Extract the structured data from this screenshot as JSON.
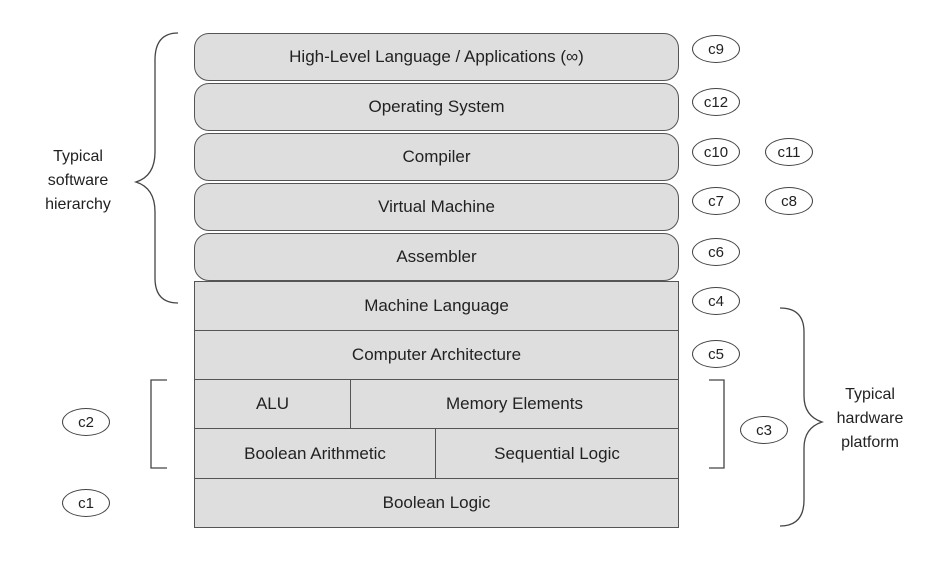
{
  "software_layers": [
    {
      "label": "High-Level Language / Applications (∞)",
      "chapters": [
        "c9"
      ]
    },
    {
      "label": "Operating System",
      "chapters": [
        "c12"
      ]
    },
    {
      "label": "Compiler",
      "chapters": [
        "c10",
        "c11"
      ]
    },
    {
      "label": "Virtual Machine",
      "chapters": [
        "c7",
        "c8"
      ]
    },
    {
      "label": "Assembler",
      "chapters": [
        "c6"
      ]
    }
  ],
  "hardware_layers": [
    {
      "label": "Machine Language",
      "chapters": [
        "c4"
      ]
    },
    {
      "label": "Computer Architecture",
      "chapters": [
        "c5"
      ]
    }
  ],
  "split_rows": [
    {
      "cells": [
        "ALU",
        "Memory Elements"
      ]
    },
    {
      "cells": [
        "Boolean Arithmetic",
        "Sequential Logic"
      ]
    }
  ],
  "split_rows_chapter": "c3",
  "left_chapters": {
    "split": "c2",
    "base": "c1"
  },
  "base_layer": {
    "label": "Boolean Logic"
  },
  "software_label": {
    "lines": [
      "Typical",
      "software",
      "hierarchy"
    ]
  },
  "hardware_label": {
    "lines": [
      "Typical",
      "hardware",
      "platform"
    ]
  }
}
